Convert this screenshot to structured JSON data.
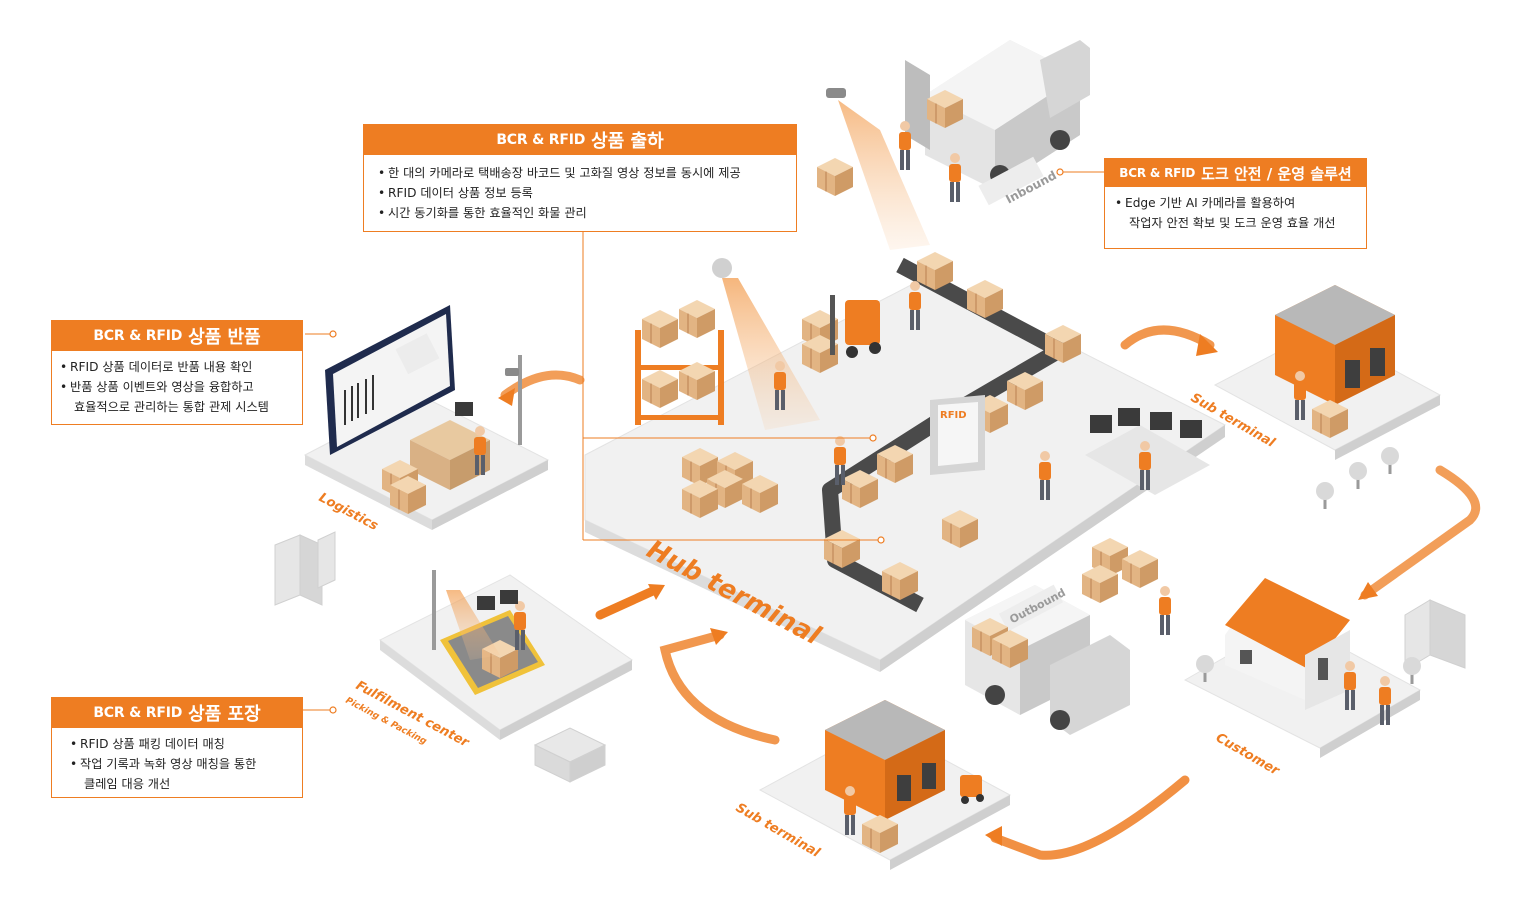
{
  "callouts": {
    "shipping": {
      "prefix": "BCR & RFID",
      "title": "상품 출하",
      "items": [
        "한 대의 카메라로 택배송장 바코드 및 고화질 영상 정보를 동시에 제공",
        "RFID 데이터 상품 정보 등록",
        "시간 동기화를 통한 효율적인 화물 관리"
      ]
    },
    "dock": {
      "prefix": "BCR & RFID",
      "title": "도크 안전 / 운영 솔루션",
      "items": [
        "Edge 기반 AI 카메라를 활용하여",
        "작업자 안전 확보 및 도크 운영 효율 개선"
      ]
    },
    "returns": {
      "prefix": "BCR & RFID",
      "title": "상품 반품",
      "items": [
        "RFID 상품 데이터로 반품 내용 확인",
        "반품 상품 이벤트와 영상을 융합하고",
        "효율적으로 관리하는 통합 관제 시스템"
      ]
    },
    "packing": {
      "prefix": "BCR & RFID",
      "title": "상품 포장",
      "items": [
        "RFID 상품 패킹 데이터 매칭",
        "작업 기록과 녹화 영상 매칭을 통한",
        "클레임 대응 개선"
      ]
    }
  },
  "labels": {
    "hub": "Hub terminal",
    "logistics": "Logistics",
    "fulfilment": "Fulfilment center",
    "picking": "Picking & Packing",
    "sub_top": "Sub terminal",
    "sub_bottom": "Sub terminal",
    "customer": "Customer",
    "inbound": "Inbound",
    "outbound": "Outbound",
    "rfid": "RFID"
  },
  "colors": {
    "accent": "#ee7d22",
    "platform": "#efefef",
    "box": "#e8c9a0"
  }
}
